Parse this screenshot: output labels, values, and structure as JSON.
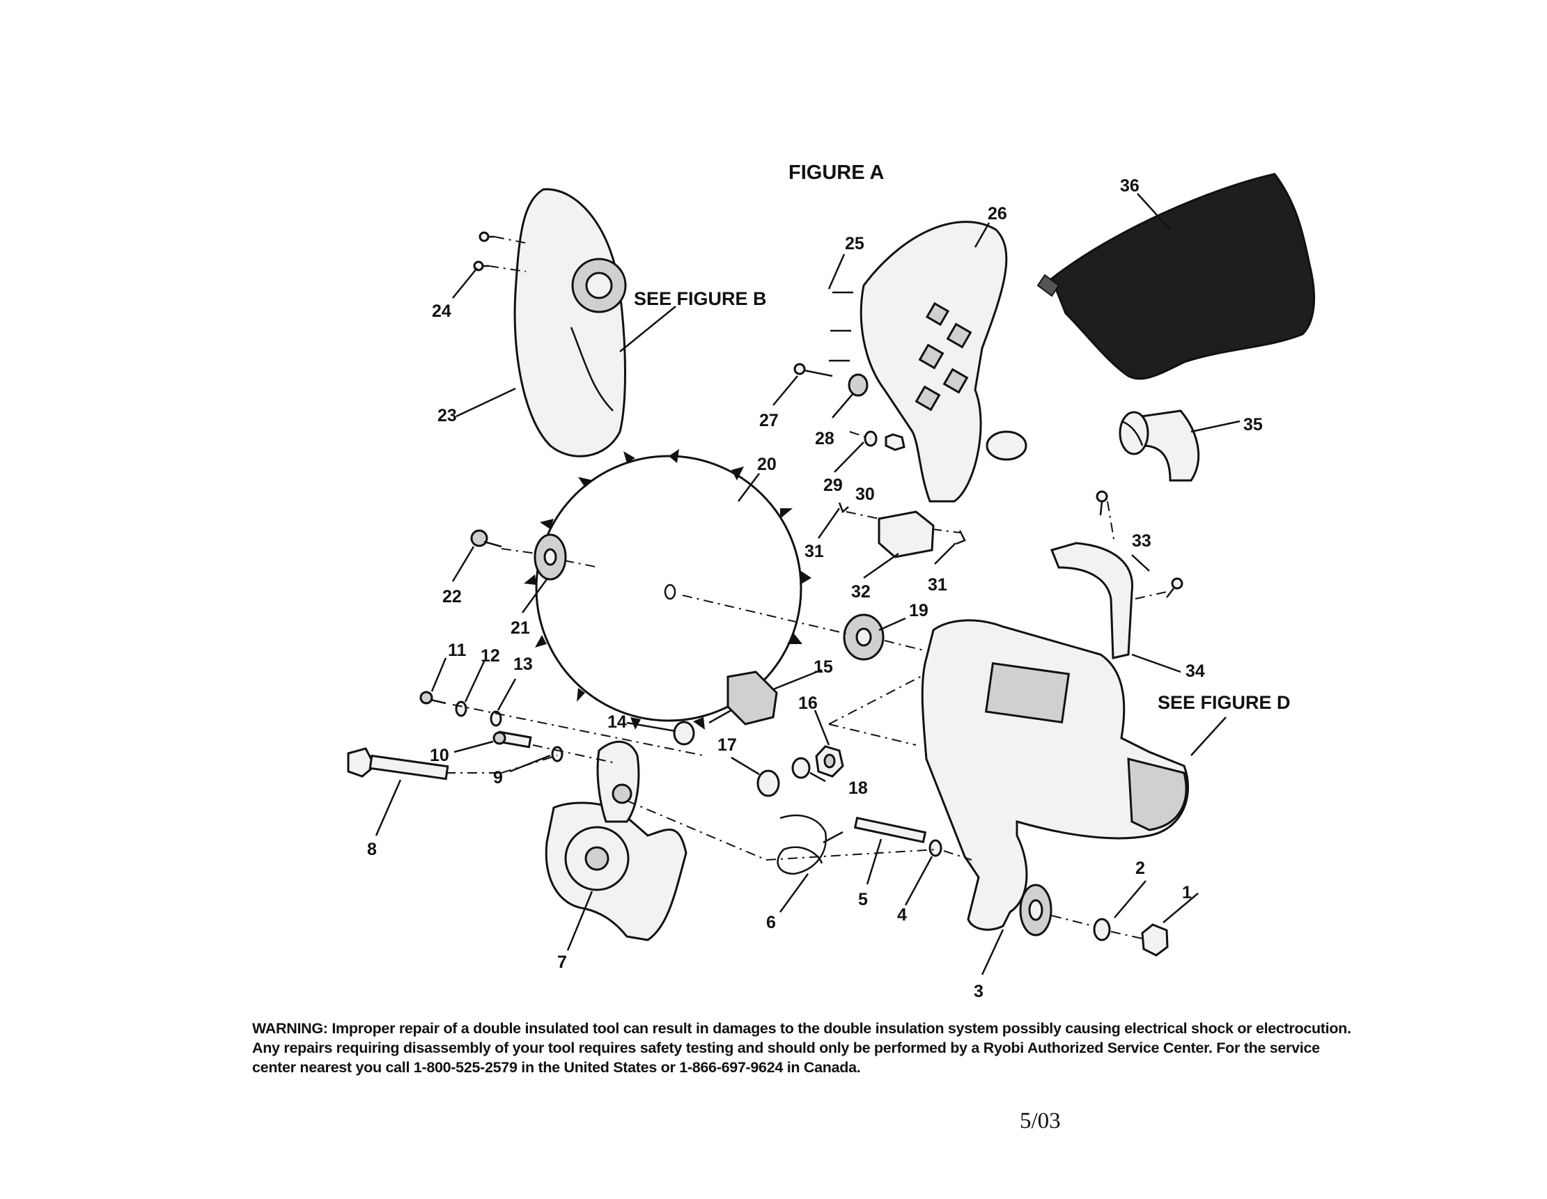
{
  "figure": {
    "title": "FIGURE A",
    "see_figure_b": "SEE FIGURE B",
    "see_figure_d": "SEE FIGURE D"
  },
  "callouts": [
    "1",
    "2",
    "3",
    "4",
    "5",
    "6",
    "7",
    "8",
    "9",
    "10",
    "11",
    "12",
    "13",
    "14",
    "15",
    "16",
    "17",
    "18",
    "19",
    "20",
    "21",
    "22",
    "23",
    "24",
    "25",
    "26",
    "27",
    "28",
    "29",
    "30",
    "31",
    "31",
    "32",
    "33",
    "34",
    "35",
    "36"
  ],
  "warning": {
    "label": "WARNING:",
    "text": "Improper repair of a double insulated tool can result in damages to the double insulation system possibly causing electrical shock or electrocution. Any repairs requiring disassembly of your tool requires safety testing and should only be performed by a Ryobi Authorized Service Center. For the service center nearest you call 1-800-525-2579 in the United States or 1-866-697-9624 in Canada."
  },
  "footer": {
    "date": "5/03"
  }
}
